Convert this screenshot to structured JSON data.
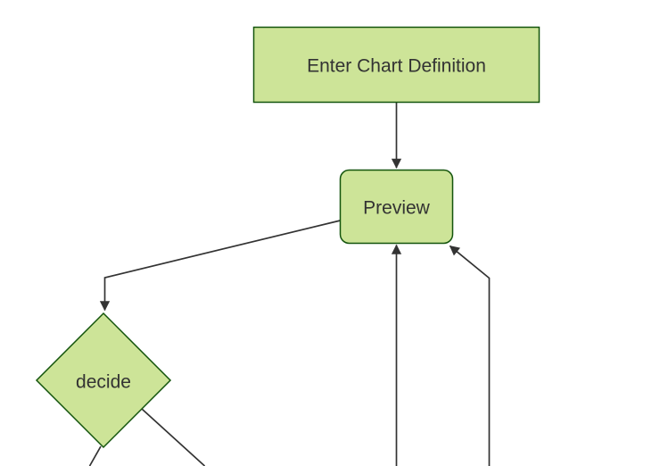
{
  "diagram": {
    "type": "flowchart",
    "orientation": "top-down",
    "theme": {
      "background": "#ffffff",
      "node_fill": "#cde498",
      "node_border": "#13540c",
      "edge_color": "#333333",
      "text_color": "#333333"
    },
    "nodes": [
      {
        "id": "enter-chart-definition",
        "label": "Enter Chart Definition",
        "shape": "rectangle"
      },
      {
        "id": "preview",
        "label": "Preview",
        "shape": "rounded-rectangle"
      },
      {
        "id": "decide",
        "label": "decide",
        "shape": "diamond"
      }
    ],
    "edges": [
      {
        "from": "enter-chart-definition",
        "to": "preview",
        "arrowhead": true
      },
      {
        "from": "preview",
        "to": "decide",
        "arrowhead": true
      },
      {
        "from": "offscreen-bottom",
        "to": "preview",
        "arrowhead": true
      },
      {
        "from": "offscreen-bottom-right",
        "to": "preview",
        "arrowhead": true
      },
      {
        "from": "decide",
        "to": "offscreen-bottom-left",
        "arrowhead": false
      },
      {
        "from": "decide",
        "to": "offscreen-bottom-right",
        "arrowhead": false
      }
    ]
  }
}
